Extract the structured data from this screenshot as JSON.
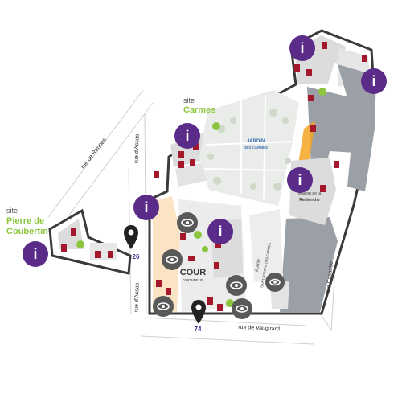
{
  "colors": {
    "purple": "#5b2b8a",
    "green": "#8cc63f",
    "red": "#a5182b",
    "gray": "#595959",
    "building": "#9aa0a6",
    "orange": "#f5a623",
    "garden": "#e9ece8",
    "number": "#3b2b8a"
  },
  "sites": {
    "pierre": {
      "prefix": "site",
      "line1": "Pierre de",
      "line2": "Coubertin"
    },
    "carmes": {
      "prefix": "site",
      "name": "Carmes"
    }
  },
  "streets": {
    "rennes": "rue de Rennes",
    "assas_north": "rue d'Assas",
    "assas_south": "rue d'Assas",
    "vaugirard": "rue de Vaugirard",
    "cassette": "rue Cassette"
  },
  "places": {
    "jardin_line1": "JARDIN",
    "jardin_line2": "DES CARMES",
    "cour_line1": "COUR",
    "cour_line2": "D'HONNEUR",
    "maison_line1": "Maison de la",
    "maison_line2": "Recherche",
    "eglise_line1": "ÉGLISE",
    "eglise_line2": "SAINT-JOSEPH-DES-CARMES"
  },
  "entrances": {
    "assas": "26",
    "vaugirard": "74"
  },
  "icons": {
    "info": "info-icon",
    "view": "eye-icon",
    "entrance": "location-pin-icon",
    "accessibility": "wheelchair-icon"
  }
}
